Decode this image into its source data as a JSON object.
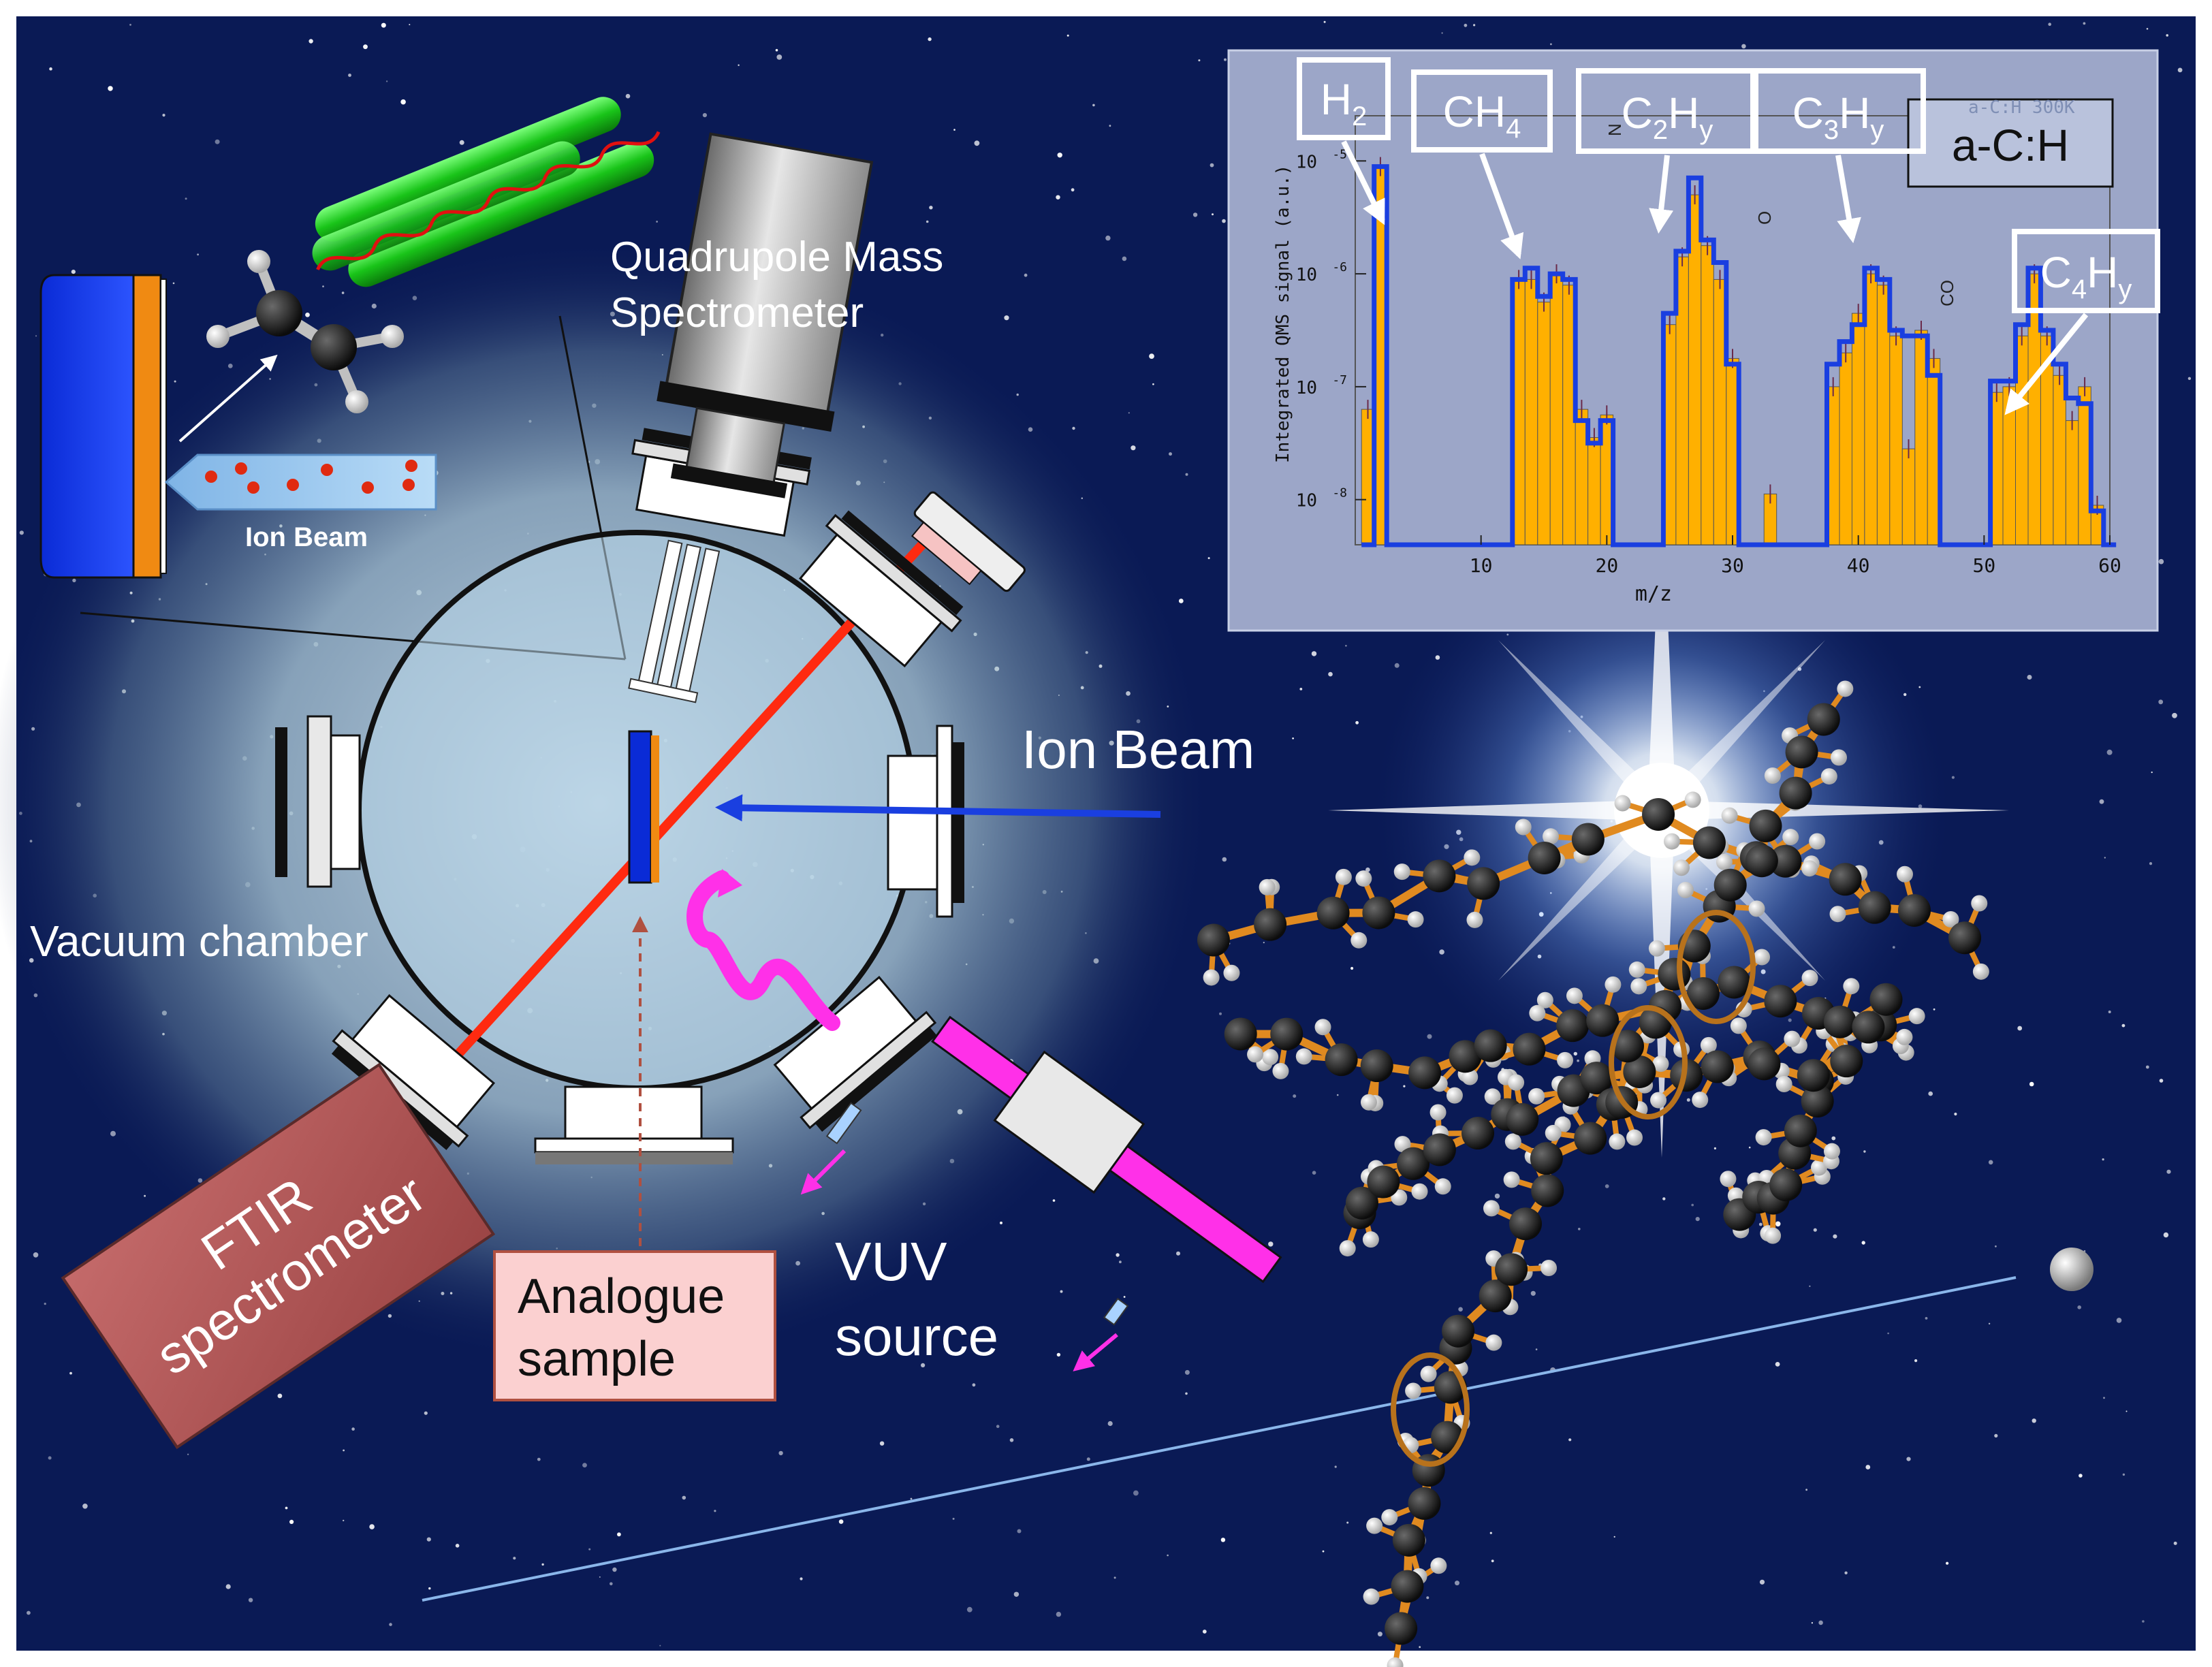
{
  "labels": {
    "qms_line1": "Quadrupole Mass",
    "qms_line2": "Spectrometer",
    "ion_beam_small": "Ion Beam",
    "ion_beam_large": "Ion Beam",
    "vacuum_chamber": "Vacuum chamber",
    "ftir_line1": "FTIR",
    "ftir_line2": "spectrometer",
    "analogue_line1": "Analogue",
    "analogue_line2": "sample",
    "vuv_line1": "VUV",
    "vuv_line2": "source"
  },
  "colors": {
    "space": "#0a1a55",
    "laser": "#ff2a10",
    "ion_beam": "#1a3fe0",
    "vuv": "#ff30e8",
    "ftir_box": "#b85a5a",
    "analogue_box": "#fbd0d0",
    "qms_bar": "#ffb000",
    "qms_fit": "#1a3fe0",
    "plot_bg": "#9ca6c8",
    "green_rods": "#19c419"
  },
  "chart_data": {
    "type": "bar",
    "ylabel": "Integrated QMS signal (a.u.)",
    "xlabel": "m/z",
    "xlim": [
      0,
      60
    ],
    "ylim_log": [
      -8.4,
      -4.6
    ],
    "xticks": [
      10,
      20,
      30,
      40,
      50,
      60
    ],
    "yticks": [
      {
        "exp": -8,
        "label": "10",
        "sup": "-8"
      },
      {
        "exp": -7,
        "label": "10",
        "sup": "-7"
      },
      {
        "exp": -6,
        "label": "10",
        "sup": "-6"
      },
      {
        "exp": -5,
        "label": "10",
        "sup": "-5"
      }
    ],
    "legend": {
      "label": "a-C:H",
      "sub_text": "a-C:H 300K"
    },
    "x": [
      1,
      2,
      3,
      4,
      5,
      6,
      7,
      8,
      9,
      10,
      11,
      12,
      13,
      14,
      15,
      16,
      17,
      18,
      19,
      20,
      21,
      22,
      23,
      24,
      25,
      26,
      27,
      28,
      29,
      30,
      31,
      32,
      33,
      34,
      35,
      36,
      37,
      38,
      39,
      40,
      41,
      42,
      43,
      44,
      45,
      46,
      47,
      48,
      49,
      50,
      51,
      52,
      53,
      54,
      55,
      56,
      57,
      58,
      59,
      60
    ],
    "series": [
      {
        "values": [
          -7.2,
          -5.05,
          -8.4,
          -8.4,
          -8.4,
          -8.4,
          -8.4,
          -8.4,
          -8.4,
          -8.4,
          -8.4,
          -8.4,
          -6.05,
          -6.05,
          -6.25,
          -6.0,
          -6.1,
          -7.2,
          -7.45,
          -7.25,
          -8.4,
          -8.4,
          -8.4,
          -8.4,
          -6.45,
          -5.85,
          -5.3,
          -5.75,
          -6.05,
          -6.75,
          -8.4,
          -8.4,
          -7.95,
          -8.4,
          -8.4,
          -8.4,
          -8.4,
          -7.0,
          -6.7,
          -6.35,
          -6.0,
          -6.1,
          -6.55,
          -7.55,
          -6.5,
          -6.75,
          -8.4,
          -8.4,
          -8.4,
          -8.4,
          -7.05,
          -7.0,
          -6.55,
          -6.0,
          -6.55,
          -6.9,
          -7.3,
          -7.0,
          -8.05,
          -8.4
        ]
      },
      {
        "values": [
          -8.4,
          -5.05,
          -8.4,
          -8.4,
          -8.4,
          -8.4,
          -8.4,
          -8.4,
          -8.4,
          -8.4,
          -8.4,
          -8.4,
          -6.05,
          -5.95,
          -6.2,
          -6.0,
          -6.05,
          -7.3,
          -7.5,
          -7.3,
          -8.4,
          -8.4,
          -8.4,
          -8.4,
          -6.35,
          -5.8,
          -5.15,
          -5.7,
          -5.9,
          -6.8,
          -8.4,
          -8.4,
          -8.4,
          -8.4,
          -8.4,
          -8.4,
          -8.4,
          -6.8,
          -6.6,
          -6.45,
          -5.95,
          -6.05,
          -6.5,
          -6.55,
          -6.55,
          -6.9,
          -8.4,
          -8.4,
          -8.4,
          -8.4,
          -6.95,
          -6.95,
          -6.45,
          -5.95,
          -6.5,
          -6.8,
          -7.1,
          -7.15,
          -8.1,
          -8.4
        ]
      }
    ],
    "annotations": [
      {
        "text": "H",
        "sub": "2"
      },
      {
        "text": "CH",
        "sub": "4"
      },
      {
        "text": "C",
        "sub": "2",
        "text2": "H",
        "sub2": "y"
      },
      {
        "text": "C",
        "sub": "3",
        "text2": "H",
        "sub2": "y"
      },
      {
        "text": "C",
        "sub": "4",
        "text2": "H",
        "sub2": "y"
      }
    ],
    "mini_labels": [
      "O",
      "CO",
      "N"
    ]
  }
}
